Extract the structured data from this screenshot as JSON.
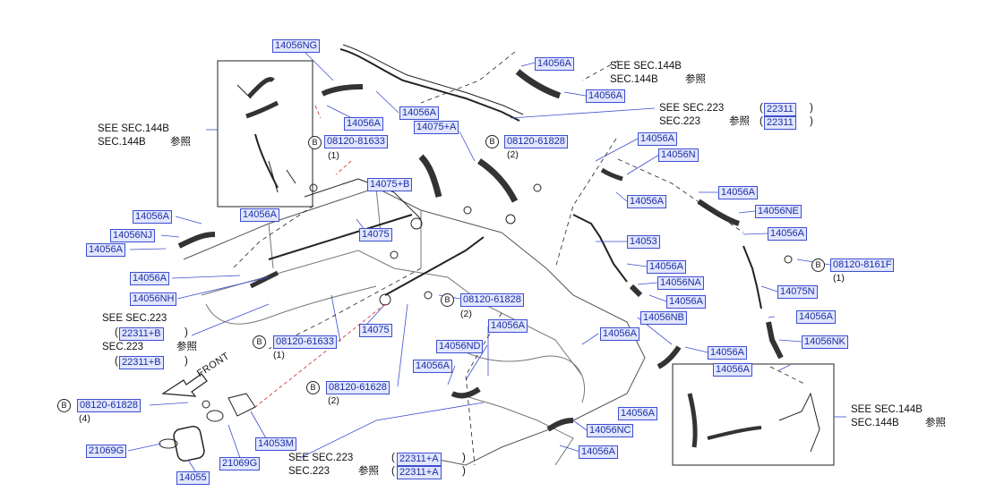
{
  "part_numbers": {
    "p_14056NG": "14056NG",
    "p_14056A_top1": "14056A",
    "p_14056A_top2": "14056A",
    "p_14056A_left1": "14056A",
    "p_14056A_mid1": "14056A",
    "p_14075A": "14075+A",
    "p_08120_81633": "08120-81633",
    "p_08120_61828_top": "08120-61828",
    "p_14075B": "14075+B",
    "p_14056A_c1": "14056A",
    "p_14056N": "14056N",
    "p_14056A_c2": "14056A",
    "p_14056A_r1": "14056A",
    "p_14056NE": "14056NE",
    "p_14056A_r2": "14056A",
    "p_14056A_l2": "14056A",
    "p_14056NJ": "14056NJ",
    "p_14056A_l3": "14056A",
    "p_14056A_l4": "14056A",
    "p_14075_a": "14075",
    "p_14053": "14053",
    "p_08120_8161F": "08120-8161F",
    "p_14056A_c3": "14056A",
    "p_14056NA": "14056NA",
    "p_14075N": "14075N",
    "p_14056A_l5": "14056A",
    "p_08120_61828_mid": "08120-61828",
    "p_14056NH": "14056NH",
    "p_14056A_c4": "14056A",
    "p_14056NB": "14056NB",
    "p_14056A_r3": "14056A",
    "p_14056NK": "14056NK",
    "p_14056A_c5": "14056A",
    "p_14056A_c6": "14056A",
    "p_14075_b": "14075",
    "p_08120_61633": "08120-61633",
    "p_14056ND": "14056ND",
    "p_14056A_c7": "14056A",
    "p_14056A_r4": "14056A",
    "p_14056A_c8": "14056A",
    "p_08120_61628": "08120-61628",
    "p_08120_61828_left": "08120-61828",
    "p_14056A_c9": "14056A",
    "p_14056NC": "14056NC",
    "p_14056A_c10": "14056A",
    "p_14053M": "14053M",
    "p_21069G_a": "21069G",
    "p_21069G_b": "21069G",
    "p_14055": "14055",
    "p_22311_r1": "22311",
    "p_22311_r2": "22311",
    "p_22311B_1": "22311+B",
    "p_22311B_2": "22311+B",
    "p_22311A_1": "22311+A",
    "p_22311A_2": "22311+A"
  },
  "notes": {
    "see_144b_tr_1": "SEE   SEC.144B",
    "see_144b_tr_2": "SEC.144B",
    "see_144b_tr_ja": "参照",
    "see_223_tr_1": "SEE   SEC.223",
    "see_223_tr_2": "SEC.223",
    "see_223_tr_ja": "参照",
    "see_144b_l_1": "SEE   SEC.144B",
    "see_144b_l_2": "SEC.144B",
    "see_144b_l_ja": "参照",
    "see_223_l_1": "SEE   SEC.223",
    "see_223_l_2": "SEC.223",
    "see_223_l_ja": "参照",
    "see_144b_br_1": "SEE   SEC.144B",
    "see_144b_br_2": "SEC.144B",
    "see_144b_br_ja": "参照",
    "see_223_b_1": "SEE   SEC.223",
    "see_223_b_2": "SEC.223",
    "see_223_b_ja": "参照",
    "front": "FRONT"
  },
  "callouts": {
    "b1": "B",
    "b2": "B",
    "b3": "B",
    "b4": "B",
    "b5": "B",
    "b6": "B",
    "b7": "B",
    "q1": "(1)",
    "q2": "(2)",
    "q3": "(1)",
    "q4": "(2)",
    "q5": "(1)",
    "q6": "(2)",
    "q7": "(4)",
    "paren_open": "(",
    "paren_close": ")"
  },
  "colors": {
    "line": "#222222",
    "label_border": "#3d4fd0",
    "label_fill": "#e2e6ff",
    "leader_red": "#d22222"
  }
}
